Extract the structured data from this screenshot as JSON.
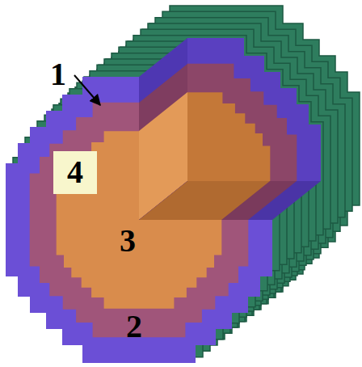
{
  "diagram": {
    "nodes": [
      {
        "text": [
          "4"
        ]
      }
    ],
    "labels": [
      "1",
      "3",
      "2"
    ]
  }
}
